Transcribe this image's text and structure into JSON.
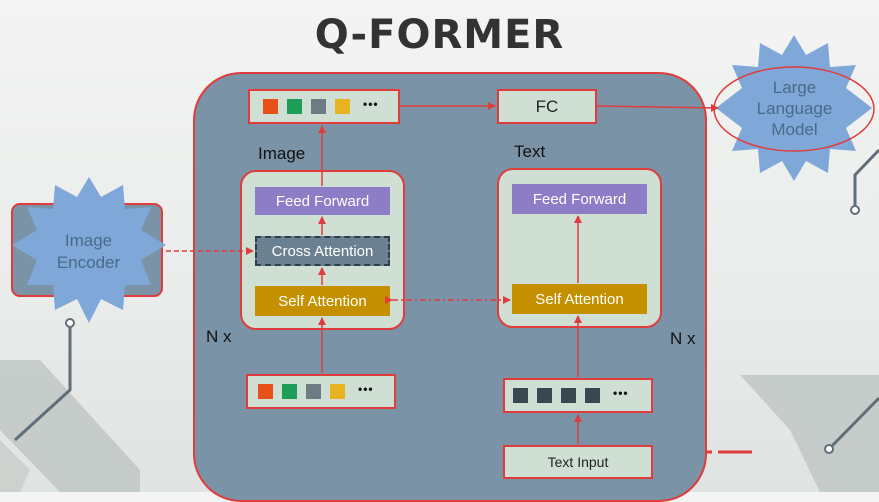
{
  "title": "Q-FORMER",
  "image_encoder": {
    "label_line1": "Image",
    "label_line2": "Encoder"
  },
  "llm": {
    "label_line1": "Large",
    "label_line2": "Language",
    "label_line3": "Model"
  },
  "image_branch": {
    "heading": "Image",
    "feed_forward": "Feed Forward",
    "cross_attention": "Cross Attention",
    "self_attention": "Self Attention",
    "repeat": "N x"
  },
  "text_branch": {
    "heading": "Text",
    "feed_forward": "Feed Forward",
    "self_attention": "Self Attention",
    "repeat": "N x",
    "input": "Text Input"
  },
  "fc": "FC",
  "ellipsis": "•••",
  "colors": {
    "accent_red": "#e03c3c",
    "token_orange": "#e8501a",
    "token_green": "#1f9e5a",
    "token_gray": "#6e7b82",
    "token_yellow": "#e8b320",
    "token_dark": "#3a4650",
    "blob_blue": "#7fa8d8"
  }
}
